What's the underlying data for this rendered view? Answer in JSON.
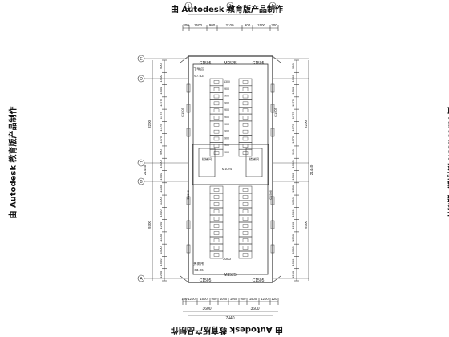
{
  "watermark": "由 Autodesk 教育版产品制作",
  "overall_width": "7440",
  "top_dims": [
    "300",
    "1500",
    "900",
    "2100",
    "900",
    "1500",
    "300"
  ],
  "top_axis_numbers": [
    "1",
    "3",
    "5"
  ],
  "bottom_dims_1": [
    "120",
    "1200",
    "1500",
    "900",
    "1050",
    "1050",
    "900",
    "1500",
    "1200",
    "120"
  ],
  "bottom_dims_2": [
    "3600",
    "3600"
  ],
  "axes_left": [
    "E",
    "D",
    "C",
    "B",
    "A"
  ],
  "side_dims_left": [
    "900",
    "1500",
    "1500",
    "1375",
    "1375",
    "1375",
    "1375",
    "900",
    "1500",
    "1500",
    "1200",
    "1200",
    "1500",
    "1200",
    "1200",
    "1500",
    "1500",
    "1200"
  ],
  "side_dims_right": [
    "900",
    "1500",
    "1500",
    "1375",
    "1375",
    "1375",
    "1375",
    "900",
    "1500",
    "1500",
    "1200",
    "1200",
    "1500",
    "1200",
    "1200",
    "1500",
    "1500",
    "1200"
  ],
  "side_totals": [
    "8200",
    "8200",
    "21440",
    "21440",
    "9300",
    "9300"
  ],
  "door_top": "M2525",
  "door_bottom": "M2525",
  "window_labels": [
    "C1505",
    "C1505",
    "C1505",
    "C1505",
    "C1505",
    "C1505"
  ],
  "room_top": "卫生间",
  "room_top_elev": "67.63",
  "room_bottom": "男厕所",
  "room_bottom_elev": "63.06",
  "stair_label_l": "楼梯间",
  "stair_label_r": "楼梯间",
  "stair_dims": [
    "M1024",
    "M1024",
    "3000",
    "3000"
  ],
  "partition_labels": [
    "1300",
    "900",
    "900",
    "900",
    "900",
    "900",
    "900",
    "900",
    "900",
    "900",
    "900"
  ],
  "c_window_left": "C1506",
  "c_window_right": "C1506"
}
